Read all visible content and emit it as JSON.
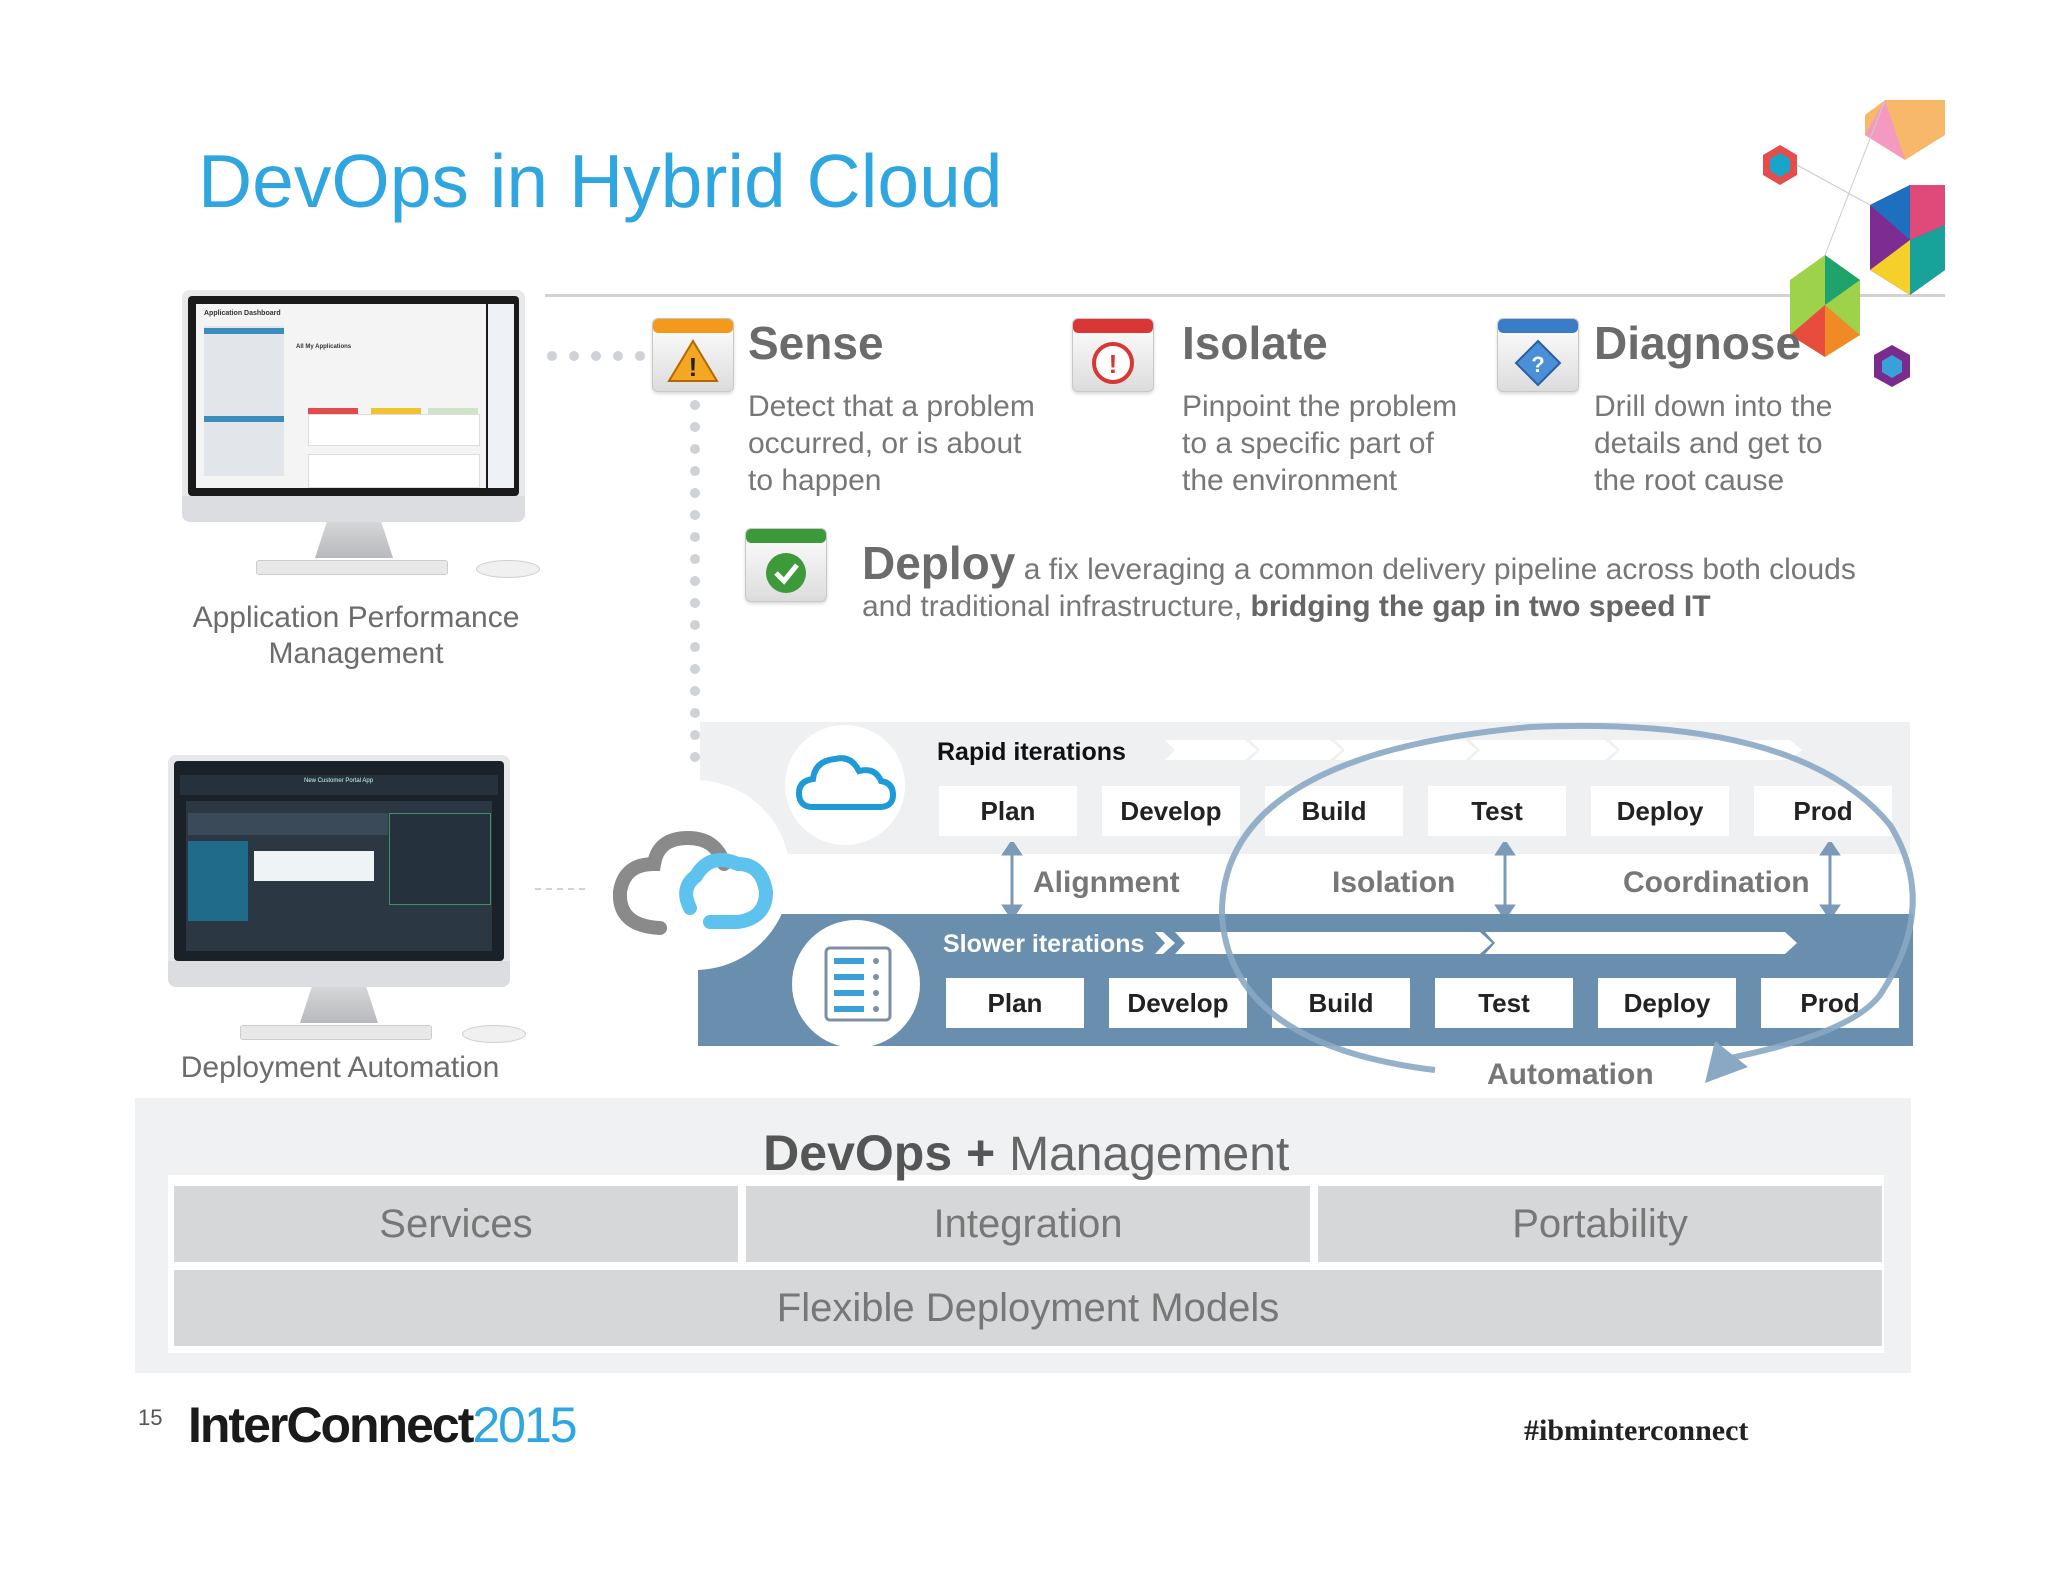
{
  "title": "DevOps in Hybrid Cloud",
  "left_panel": {
    "apm_caption_line1": "Application Performance",
    "apm_caption_line2": "Management",
    "apm_screen_title": "Application Dashboard",
    "apm_screen_subtitle": "All My Applications",
    "deploy_caption": "Deployment Automation",
    "deploy_screen_title": "New Customer Portal App"
  },
  "steps": [
    {
      "title": "Sense",
      "desc": [
        "Detect that a problem",
        "occurred, or  is about",
        "to happen"
      ],
      "icon": "warning-icon",
      "color": "#f39a1c"
    },
    {
      "title": "Isolate",
      "desc": [
        "Pinpoint the problem",
        "to a specific part of",
        "the environment"
      ],
      "icon": "error-icon",
      "color": "#d93636"
    },
    {
      "title": "Diagnose",
      "desc": [
        "Drill down into the",
        "details and get to",
        "the root cause"
      ],
      "icon": "question-icon",
      "color": "#3b7cc6"
    }
  ],
  "deploy": {
    "title": "Deploy",
    "line1": " a fix leveraging a common delivery pipeline across both clouds",
    "line2": "and traditional infrastructure, ",
    "line2_bold": "bridging the gap in two speed IT",
    "icon": "check-icon",
    "color": "#3c9a3a"
  },
  "pipeline": {
    "rapid_label": "Rapid iterations",
    "slower_label": "Slower iterations",
    "rapid_stages": [
      "Plan",
      "Develop",
      "Build",
      "Test",
      "Deploy",
      "Prod"
    ],
    "slower_stages": [
      "Plan",
      "Develop",
      "Build",
      "Test",
      "Deploy",
      "Prod"
    ],
    "alignment": "Alignment",
    "isolation": "Isolation",
    "coordination": "Coordination",
    "automation": "Automation",
    "slower_band_color": "#6a8eae"
  },
  "bottom": {
    "heading_bold": "DevOps",
    "heading_plus": " + ",
    "heading_rest": "Management",
    "cells": [
      "Services",
      "Integration",
      "Portability"
    ],
    "wide_cell": "Flexible Deployment Models"
  },
  "footer": {
    "page_number": "15",
    "brand_bold": "InterConnect",
    "brand_year": "2015",
    "hashtag": "#ibminterconnect",
    "brand_year_color": "#2fa6e0"
  }
}
